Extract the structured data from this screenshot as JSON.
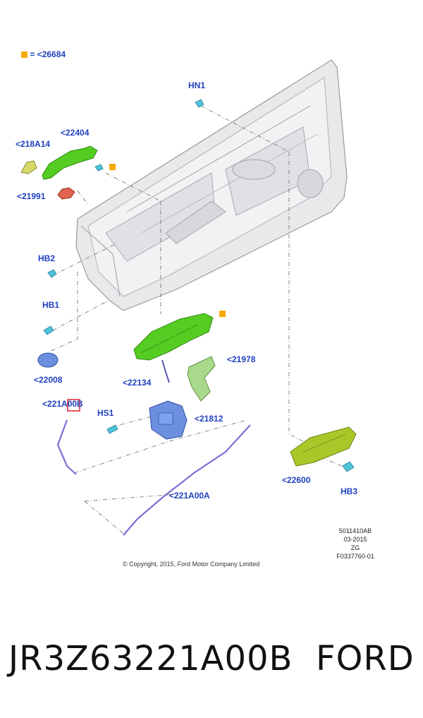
{
  "legend": {
    "marker_color": "#f5a800",
    "text": "= <26684"
  },
  "labels": {
    "hn1": "HN1",
    "p218a14": "<218A14",
    "p22404": "<22404",
    "p21991": "<21991",
    "hb2": "HB2",
    "hb1": "HB1",
    "p22008": "<22008",
    "p21978": "<21978",
    "p22134": "<22134",
    "p221a00b": "<221A00B",
    "hs1": "HS1",
    "p21812": "<21812",
    "p22600": "<22600",
    "hb3": "HB3",
    "p221a00a": "<221A00A"
  },
  "meta": {
    "doc_id": "5011410AB",
    "date": "03-2015",
    "code": "ZG",
    "fig_id": "F0337760-01"
  },
  "copyright": "© Copyright, 2015, Ford Motor Company Limited",
  "footer": {
    "part_number": "JR3Z63221A00B",
    "brand": "FORD"
  },
  "colors": {
    "label_blue": "#1f3fbf",
    "highlight_red": "#e02030",
    "part_green": "#55cc22",
    "part_cyan": "#4fc3d9",
    "part_blue": "#6c8fe0",
    "cable_purple": "#7a6fd6",
    "panel_olive": "#a8c82a"
  }
}
